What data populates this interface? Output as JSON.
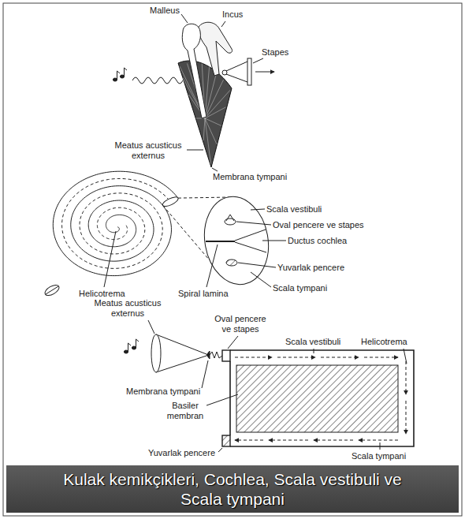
{
  "diagram": {
    "caption": "Kulak kemikçikleri, Cochlea, Scala vestibuli ve Scala tympani",
    "labels": [
      "Malleus",
      "Incus",
      "Stapes",
      "Meatus acusticus externus",
      "Membrana tympani",
      "Scala vestibuli",
      "Oval pencere ve stapes",
      "Ductus cochlea",
      "Yuvarlak pencere",
      "Scala tympani",
      "Helicotrema",
      "Spiral lamina",
      "Meatus acusticus externus",
      "Oval pencere ve stapes",
      "Scala vestibuli",
      "Helicotrema",
      "Membrana tympani",
      "Basiler membran",
      "Yuvarlak pencere",
      "Scala tympani"
    ]
  }
}
